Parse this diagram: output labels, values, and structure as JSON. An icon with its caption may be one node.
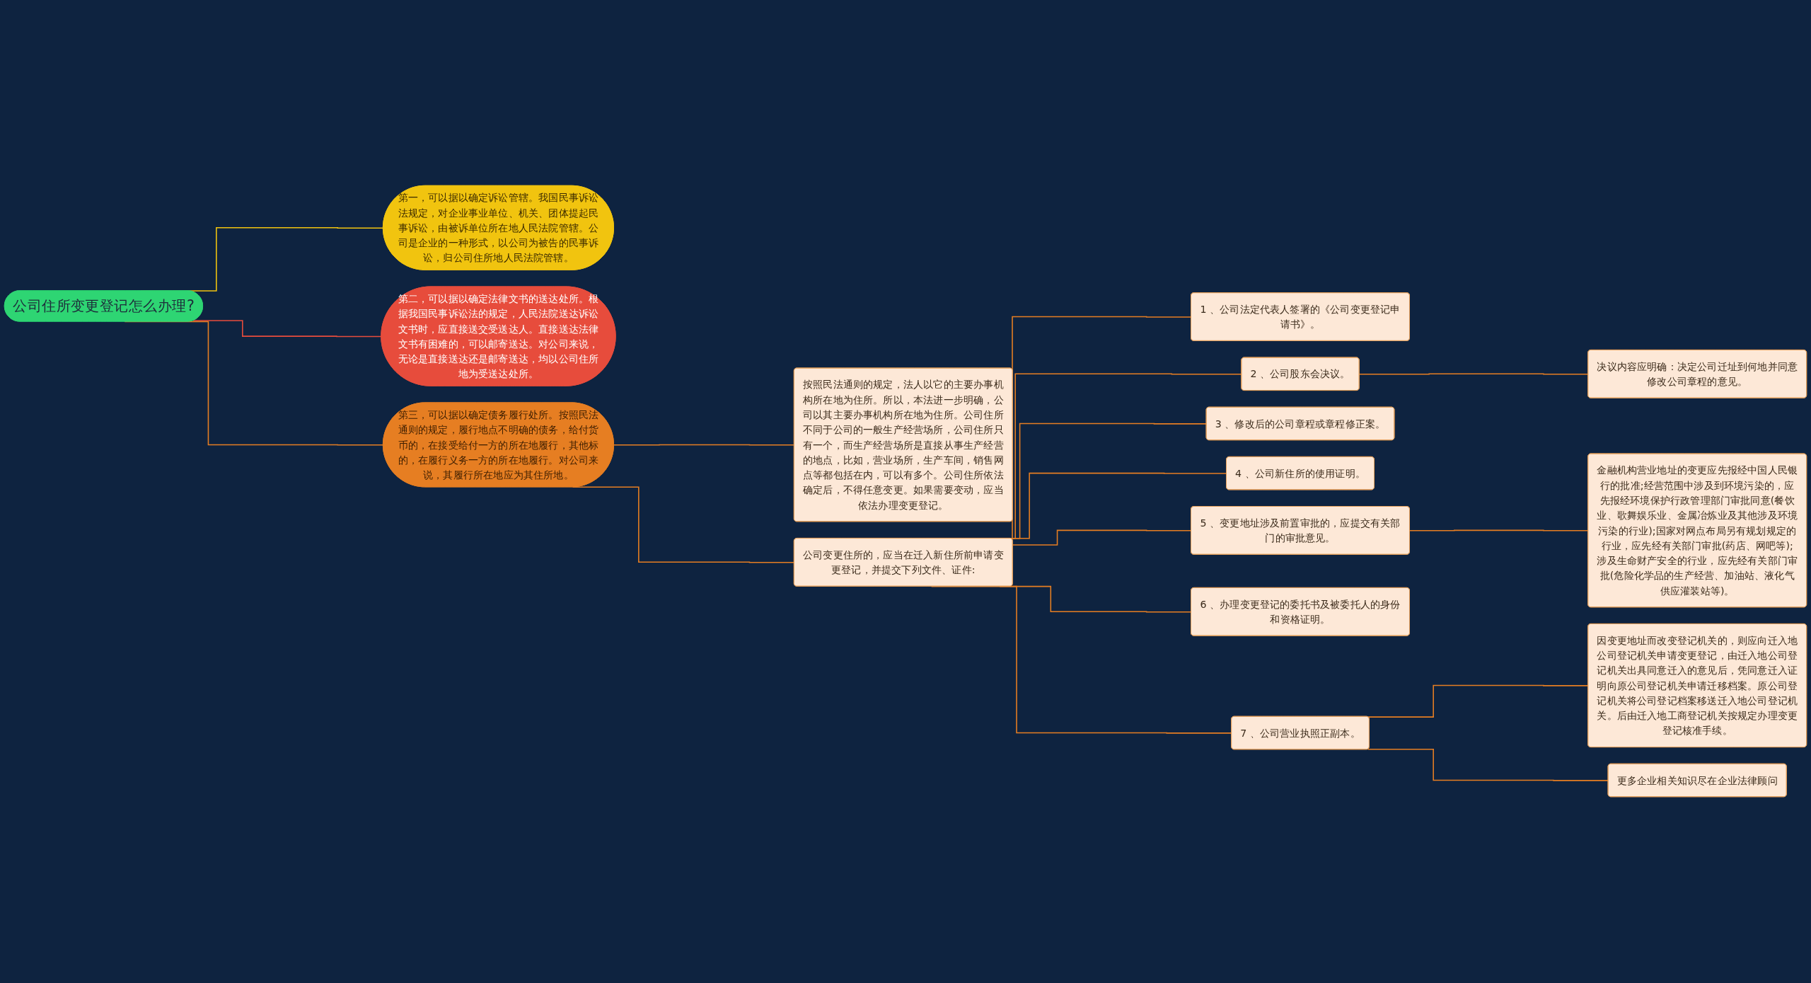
{
  "diagram": {
    "nodes": [
      {
        "text": [
          "公司住所变更登记怎么办理?"
        ]
      },
      {
        "text": [
          "第一，可以据以确定诉讼管辖。我国民事诉讼法规定，对企业事业单位、机关、团体提起民事诉讼，由被诉单位所在地人民法院管辖。公司是企业的一种形式，以公司为被告的民事诉讼，归公司住所地人民法院管辖。"
        ]
      },
      {
        "text": [
          "第二，可以据以确定法律文书的送达处所。根据我国民事诉讼法的规定，人民法院送达诉讼文书时，应直接送交受送达人。直接送达法律文书有困难的，可以邮寄送达。对公司来说，无论是直接送达还是邮寄送达，均以公司住所地为受送达处所。"
        ]
      },
      {
        "text": [
          "第三，可以据以确定债务履行处所。按照民法通则的规定，履行地点不明确的债务，给付货币的，在接受给付一方的所在地履行，其他标的，在履行义务一方的所在地履行。对公司来说，其履行所在地应为其住所地。"
        ]
      },
      {
        "text": [
          "按照民法通则的规定，法人以它的主要办事机构所在地为住所。所以，本法进一步明确，公司以其主要办事机构所在地为住所。公司住所不同于公司的一般生产经营场所，公司住所只有一个，而生产经营场所是直接从事生产经营的地点，比如，营业场所，生产车间，销售网点等都包括在内，可以有多个。公司住所依法确定后，不得任意变更。如果需要变动，应当依法办理变更登记。"
        ]
      },
      {
        "text": [
          "公司变更住所的，应当在迁入新住所前申请变更登记，并提交下列文件、证件:"
        ]
      },
      {
        "text": [
          "1 、公司法定代表人签署的《公司变更登记申请书》。"
        ]
      },
      {
        "text": [
          "2 、公司股东会决议。"
        ]
      },
      {
        "text": [
          "3 、修改后的公司章程或章程修正案。"
        ]
      },
      {
        "text": [
          "4 、公司新住所的使用证明。"
        ]
      },
      {
        "text": [
          "5 、变更地址涉及前置审批的，应提交有关部门的审批意见。"
        ]
      },
      {
        "text": [
          "6 、办理变更登记的委托书及被委托人的身份和资格证明。"
        ]
      },
      {
        "text": [
          "7 、公司营业执照正副本。"
        ]
      },
      {
        "text": [
          "决议内容应明确：决定公司迁址到何地并同意修改公司章程的意见。"
        ]
      },
      {
        "text": [
          "金融机构营业地址的变更应先报经中国人民银行的批准;经营范围中涉及到环境污染的，应先报经环境保护行政管理部门审批同意(餐饮业、歌舞娱乐业、金属冶炼业及其他涉及环境污染的行业);国家对网点布局另有规划规定的行业，应先经有关部门审批(药店、网吧等);涉及生命财产安全的行业，应先经有关部门审批(危险化学品的生产经营、加油站、液化气供应灌装站等)。"
        ]
      },
      {
        "text": [
          "因变更地址而改变登记机关的，则应向迁入地公司登记机关申请变更登记，由迁入地公司登记机关出具同意迁入的意见后，凭同意迁入证明向原公司登记机关申请迁移档案。原公司登记机关将公司登记档案移送迁入地公司登记机关。后由迁入地工商登记机关按规定办理变更登记核准手续。"
        ]
      },
      {
        "text": [
          "更多企业相关知识尽在企业法律顾问"
        ]
      }
    ],
    "edges": [
      {
        "from": 0,
        "to": 1,
        "arrow": "none",
        "color": "#f1c40f"
      },
      {
        "from": 0,
        "to": 2,
        "arrow": "none",
        "color": "#e74c3c"
      },
      {
        "from": 0,
        "to": 3,
        "arrow": "none"
      },
      {
        "from": 3,
        "to": 4,
        "arrow": "none"
      },
      {
        "from": 3,
        "to": 5,
        "arrow": "none"
      },
      {
        "from": 5,
        "to": 6,
        "arrow": "none"
      },
      {
        "from": 5,
        "to": 7,
        "arrow": "none"
      },
      {
        "from": 5,
        "to": 8,
        "arrow": "none"
      },
      {
        "from": 5,
        "to": 9,
        "arrow": "none"
      },
      {
        "from": 5,
        "to": 10,
        "arrow": "none"
      },
      {
        "from": 5,
        "to": 11,
        "arrow": "none"
      },
      {
        "from": 5,
        "to": 12,
        "arrow": "none"
      },
      {
        "from": 7,
        "to": 13,
        "arrow": "none"
      },
      {
        "from": 10,
        "to": 14,
        "arrow": "none"
      },
      {
        "from": 12,
        "to": 15,
        "arrow": "none"
      },
      {
        "from": 12,
        "to": 16,
        "arrow": "none"
      }
    ]
  }
}
